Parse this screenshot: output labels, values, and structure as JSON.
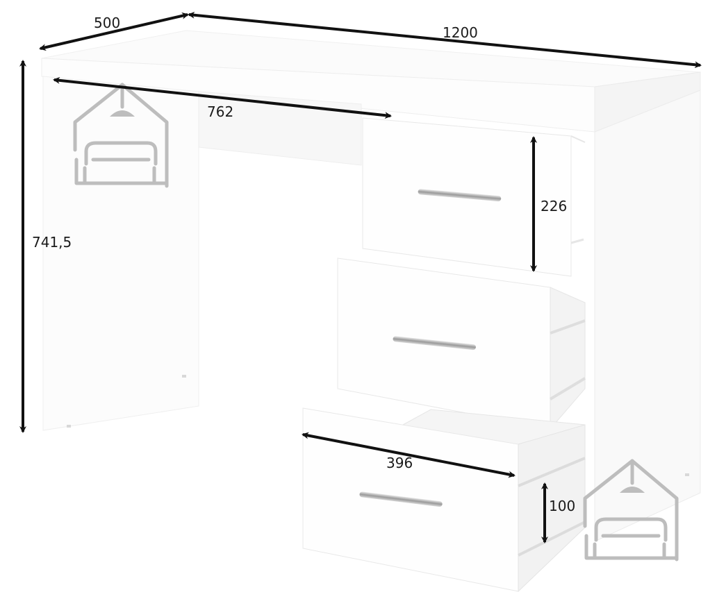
{
  "dimensions": {
    "depth": "500",
    "width": "1200",
    "height": "741,5",
    "leg_gap": "762",
    "drawer_front_height": "226",
    "drawer_width": "396",
    "drawer_depth": "100"
  },
  "icons": {
    "watermark": "house-sofa-icon"
  },
  "colors": {
    "arrow": "#111111",
    "watermark": "#bdbdbd",
    "panel_shadow": "#ececec",
    "handle": "#a9a9a9"
  }
}
